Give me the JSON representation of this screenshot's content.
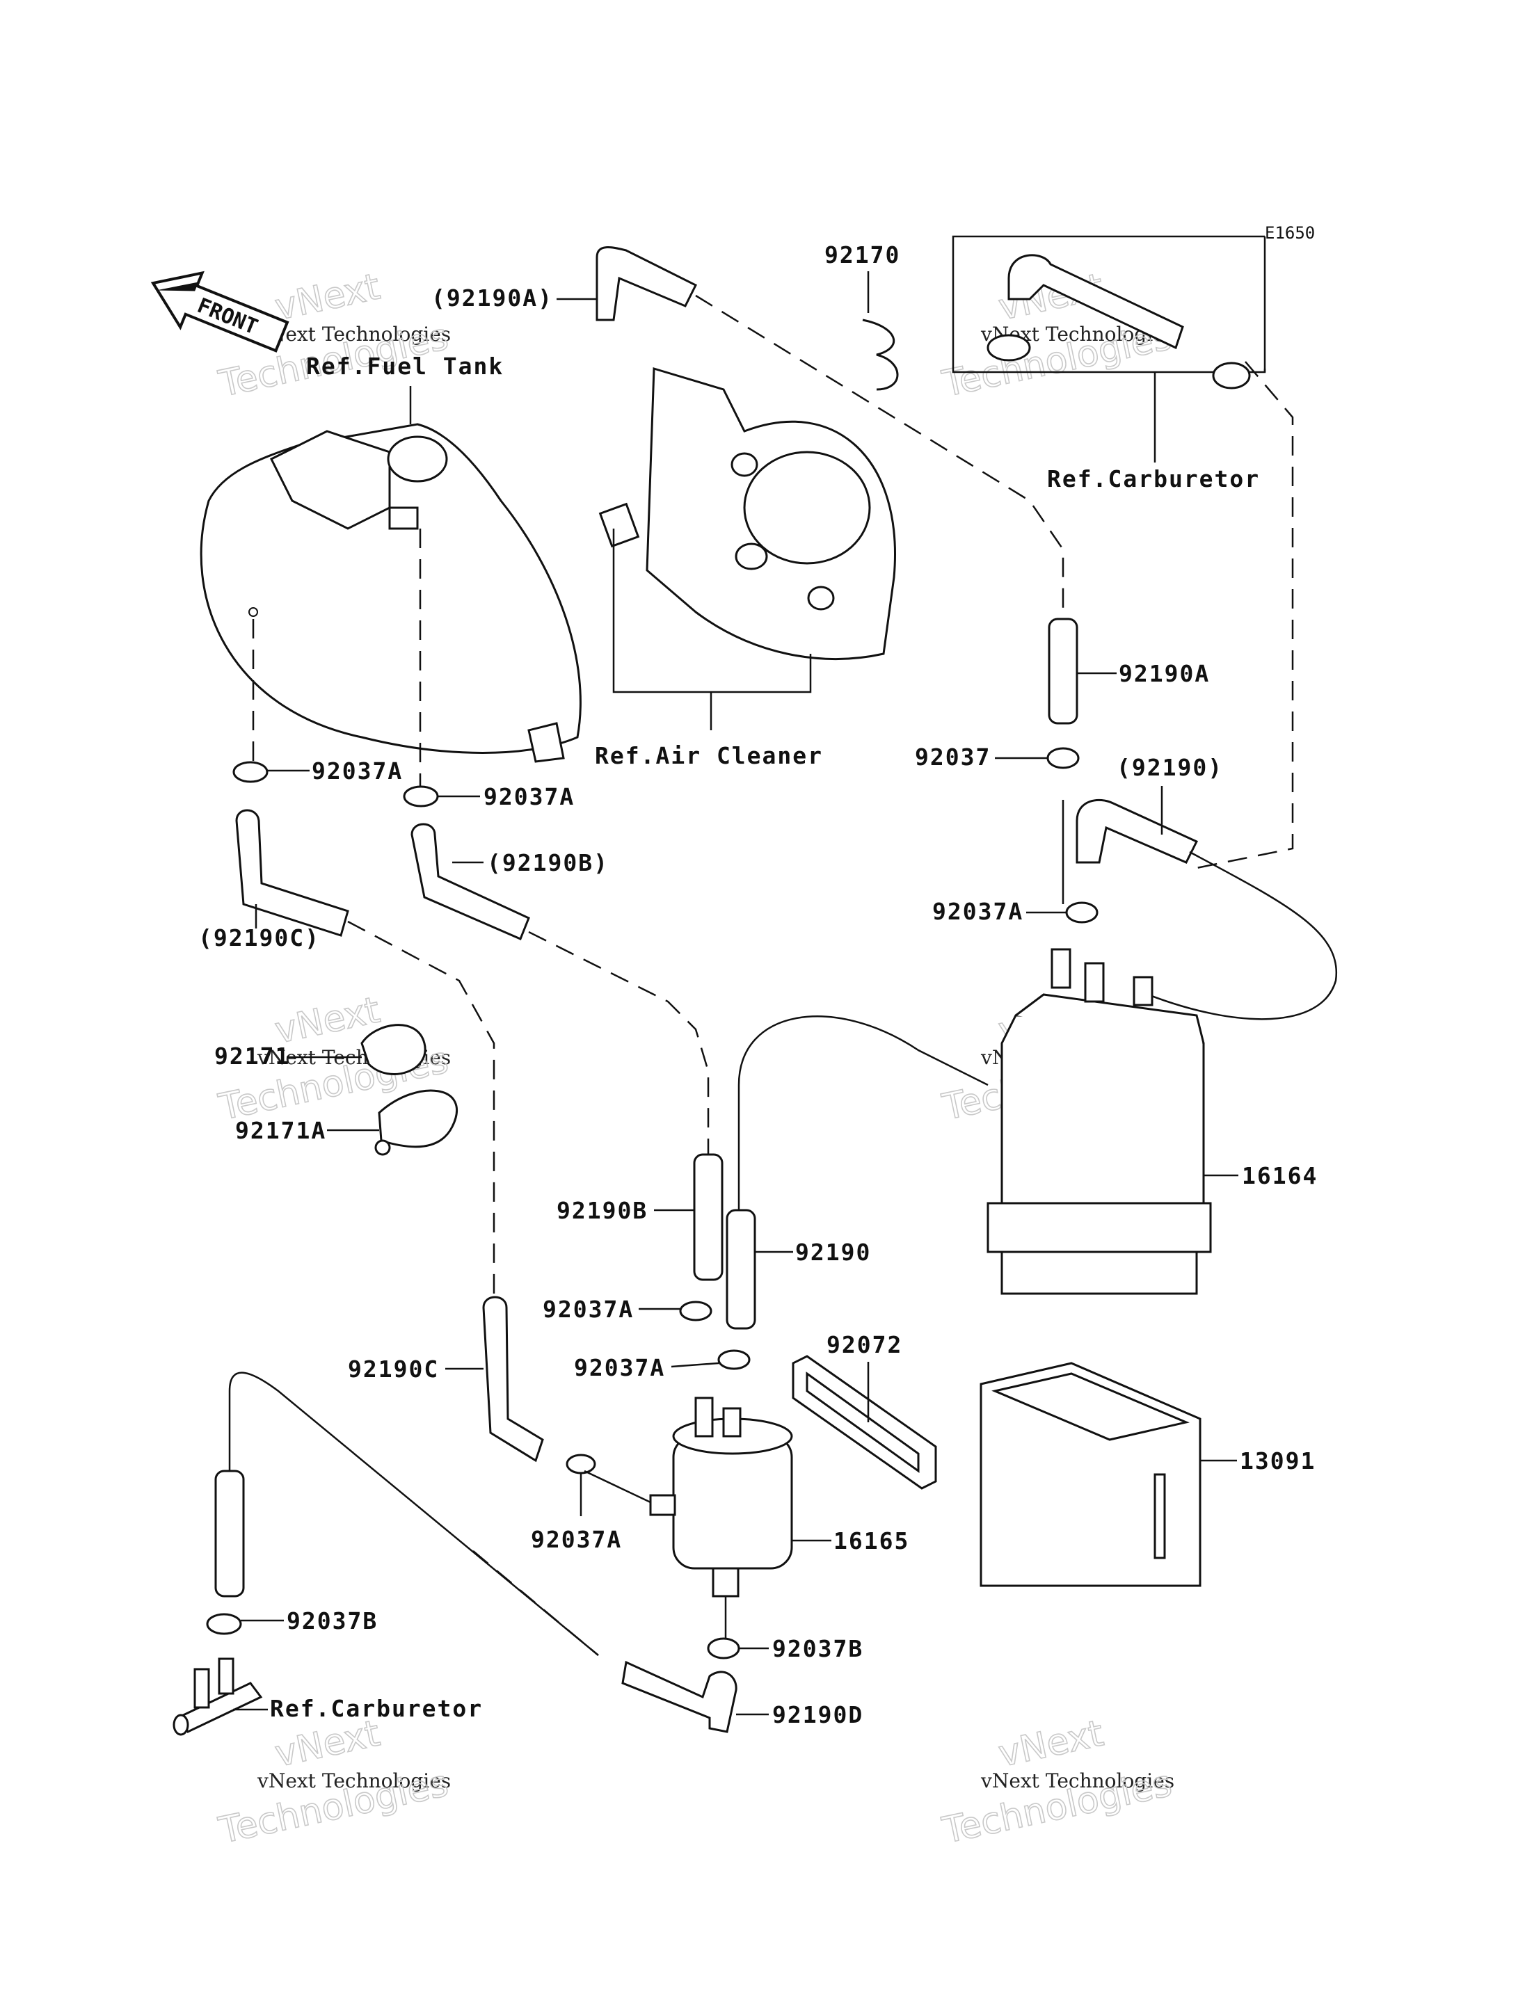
{
  "diagram_code": "E1650",
  "front_label": "FRONT",
  "references": {
    "fuel_tank": "Ref.Fuel Tank",
    "air_cleaner": "Ref.Air Cleaner",
    "carburetor_top": "Ref.Carburetor",
    "carburetor_bottom": "Ref.Carburetor"
  },
  "parts": {
    "p92190A_paren": "(92190A)",
    "p92170": "92170",
    "p92190A": "92190A",
    "p92037_top": "92037",
    "p92190_paren": "(92190)",
    "p92037A_tank_left": "92037A",
    "p92037A_tank_right": "92037A",
    "p92190B_paren": "(92190B)",
    "p92190C_paren": "(92190C)",
    "p92037A_canister": "92037A",
    "p92171": "92171",
    "p92171A": "92171A",
    "p16164": "16164",
    "p92190B": "92190B",
    "p92190": "92190",
    "p92037A_mid": "92037A",
    "p92072": "92072",
    "p92037A_filter_top": "92037A",
    "p92190C": "92190C",
    "p13091": "13091",
    "p92037A_filter_side": "92037A",
    "p16165": "16165",
    "p92037B_left": "92037B",
    "p92037B_right": "92037B",
    "p92190D": "92190D"
  },
  "watermark": {
    "line1": "vNext",
    "line2": "vNext Technologies",
    "line3": "Technologies"
  },
  "icons": {
    "front_arrow": "front-arrow-icon"
  }
}
